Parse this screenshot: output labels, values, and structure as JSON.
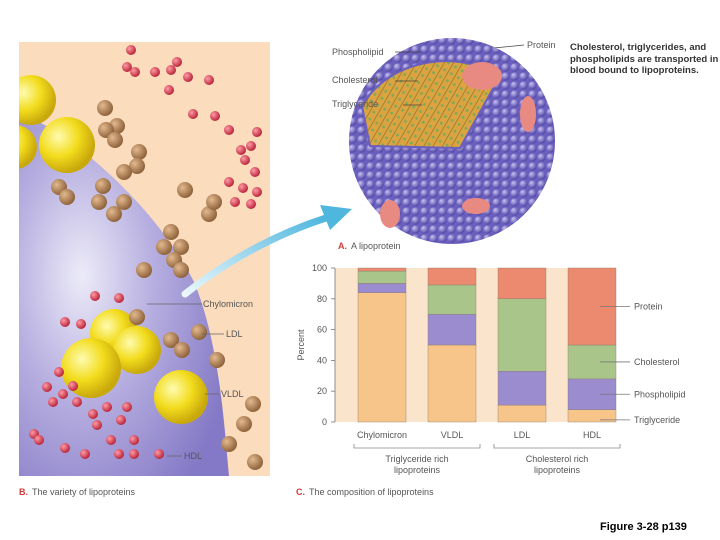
{
  "panel_b": {
    "letter": "B.",
    "caption": "The variety of lipoproteins",
    "labels": {
      "chylomicron": "Chylomicron",
      "ldl": "LDL",
      "vldl": "VLDL",
      "hdl": "HDL"
    }
  },
  "panel_a": {
    "letter": "A.",
    "caption": "A lipoprotein",
    "labels": {
      "phospholipid": "Phospholipid",
      "cholesterol": "Cholesterol",
      "triglyceride": "Triglyceride",
      "protein": "Protein"
    },
    "description": "Cholesterol, triglycerides, and phospholipids are transported in blood bound to lipoproteins."
  },
  "panel_c": {
    "letter": "C.",
    "caption": "The composition of lipoproteins",
    "ylabel": "Percent",
    "group_labels": [
      "Triglyceride rich lipoproteins",
      "Cholesterol rich lipoproteins"
    ]
  },
  "chart_data": {
    "type": "bar",
    "stacked": true,
    "categories": [
      "Chylomicron",
      "VLDL",
      "LDL",
      "HDL"
    ],
    "series": [
      {
        "name": "Triglyceride",
        "values": [
          84,
          50,
          11,
          8
        ],
        "color": "#f7c48a"
      },
      {
        "name": "Phospholipid",
        "values": [
          6,
          20,
          22,
          20
        ],
        "color": "#9b8ccf"
      },
      {
        "name": "Cholesterol",
        "values": [
          8,
          19,
          47,
          22
        ],
        "color": "#a9c58a"
      },
      {
        "name": "Protein",
        "values": [
          2,
          11,
          20,
          50
        ],
        "color": "#ec8a70"
      }
    ],
    "yticks": [
      0,
      20,
      40,
      60,
      80,
      100
    ],
    "ylim": [
      0,
      100
    ],
    "ylabel": "Percent",
    "title": "",
    "legend_placement": "right"
  },
  "colors": {
    "background_panel": "#fbdcbd",
    "cell": "#9d92d2",
    "yellow_particle": "#f2dc1c",
    "brown_particle": "#a8794b",
    "red_particle": "#d8354a"
  },
  "footer": "Figure 3-28 p139"
}
